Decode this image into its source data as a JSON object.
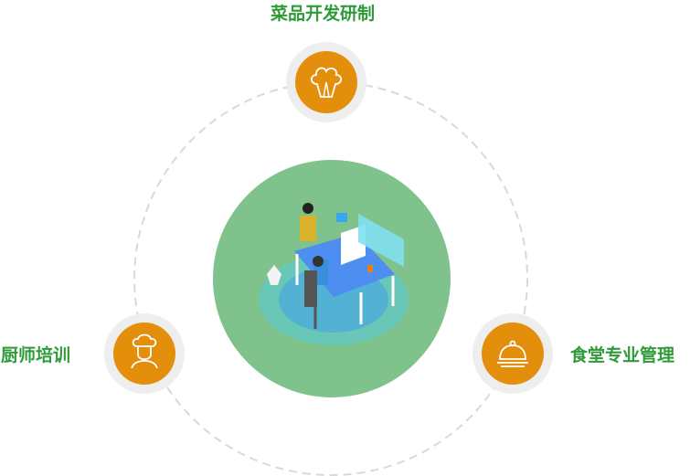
{
  "nodes": {
    "top": {
      "label": "菜品开发研制",
      "icon": "broccoli-icon"
    },
    "left": {
      "label": "厨师培训",
      "icon": "chef-icon"
    },
    "right": {
      "label": "食堂专业管理",
      "icon": "cloche-icon"
    }
  },
  "colors": {
    "accent": "#e38f0c",
    "label": "#2e9a3a",
    "center": "#80c28c"
  }
}
